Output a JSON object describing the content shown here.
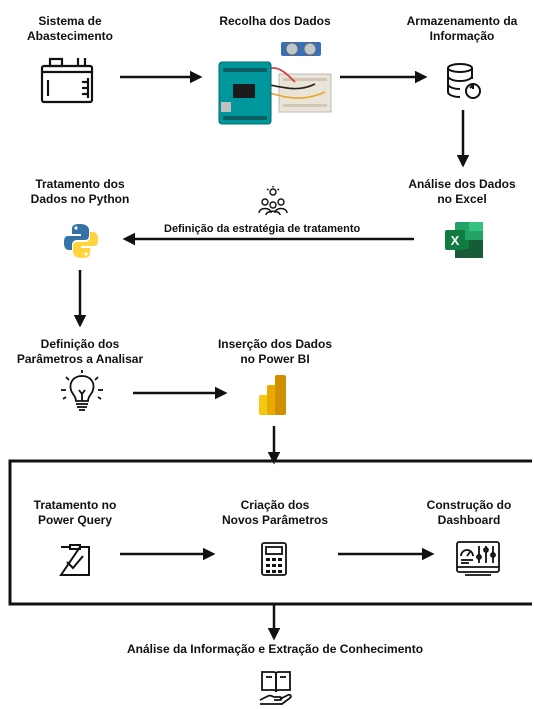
{
  "nodes": {
    "sistema": "Sistema de\nAbastecimento",
    "recolha": "Recolha dos Dados",
    "armazenamento": "Armazenamento da\nInformação",
    "analise_excel": "Análise dos Dados\nno Excel",
    "tratamento_python": "Tratamento dos\nDados no Python",
    "definicao_parametros": "Definição dos\nParâmetros a Analisar",
    "insercao_powerbi": "Inserção dos Dados\nno Power BI",
    "tratamento_powerquery": "Tratamento no\nPower Query",
    "criacao_parametros": "Criação dos\nNovos Parâmetros",
    "construcao_dashboard": "Construção do\nDashboard",
    "analise_final": "Análise da Informação e Extração de Conhecimento"
  },
  "edges": {
    "estrategia_label": "Definição da estratégia de tratamento"
  },
  "icons": {
    "sistema": "fuel-tank-icon",
    "recolha": "arduino-sensor-icon",
    "armazenamento": "database-icon",
    "excel": "excel-icon",
    "team": "team-idea-icon",
    "python": "python-icon",
    "lightbulb": "lightbulb-icon",
    "powerbi": "power-bi-icon",
    "checklist": "checklist-icon",
    "calculator": "calculator-icon",
    "dashboard": "dashboard-icon",
    "book": "book-hand-icon"
  },
  "colors": {
    "excel_green": "#1f7244",
    "python_blue": "#3572a5",
    "python_yellow": "#ffd43b",
    "powerbi_yellow": "#f2c811",
    "arduino_teal": "#00979c"
  }
}
